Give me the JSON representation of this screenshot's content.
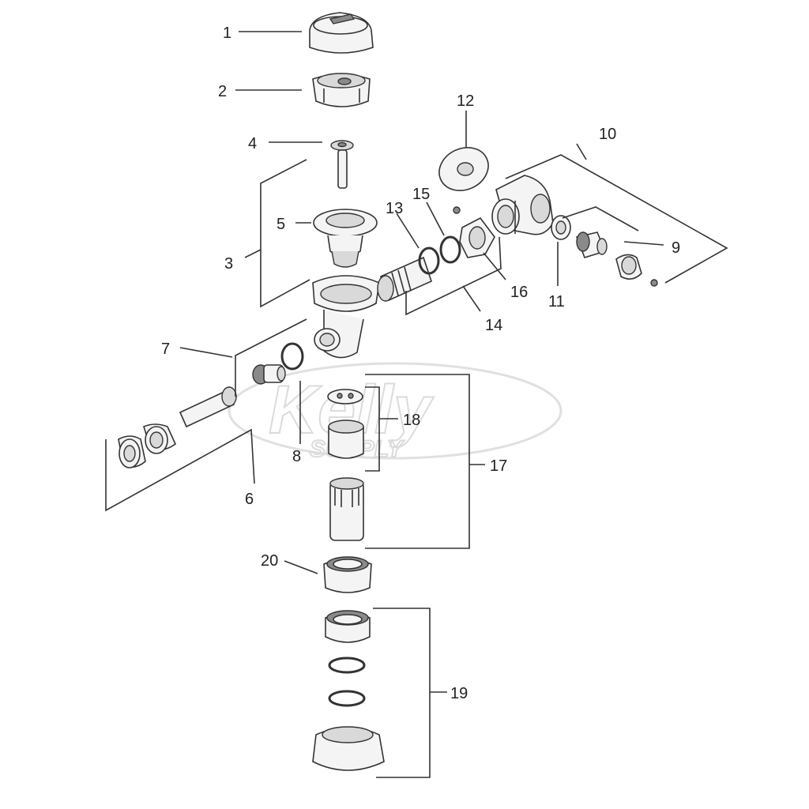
{
  "watermark": {
    "brand": "Kelly",
    "tagline": "SUPPLY"
  },
  "callouts": [
    {
      "id": "1",
      "text": "1"
    },
    {
      "id": "2",
      "text": "2"
    },
    {
      "id": "3",
      "text": "3"
    },
    {
      "id": "4",
      "text": "4"
    },
    {
      "id": "5",
      "text": "5"
    },
    {
      "id": "6",
      "text": "6"
    },
    {
      "id": "7",
      "text": "7"
    },
    {
      "id": "8",
      "text": "8"
    },
    {
      "id": "9",
      "text": "9"
    },
    {
      "id": "10",
      "text": "10"
    },
    {
      "id": "11",
      "text": "11"
    },
    {
      "id": "12",
      "text": "12"
    },
    {
      "id": "13",
      "text": "13"
    },
    {
      "id": "14",
      "text": "14"
    },
    {
      "id": "15",
      "text": "15"
    },
    {
      "id": "16",
      "text": "16"
    },
    {
      "id": "17",
      "text": "17"
    },
    {
      "id": "18",
      "text": "18"
    },
    {
      "id": "19",
      "text": "19"
    },
    {
      "id": "20",
      "text": "20"
    }
  ],
  "colors": {
    "line": "#333333",
    "part_fill": "#f4f4f4",
    "watermark": "#d8d8d8"
  }
}
